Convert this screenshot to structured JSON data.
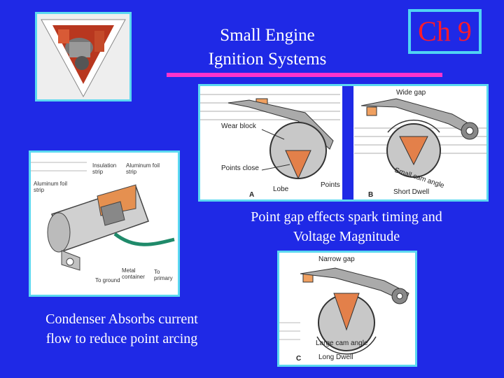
{
  "header": {
    "title_line1": "Small Engine",
    "title_line2": "Ignition Systems",
    "chapter": "Ch 9"
  },
  "figures": {
    "points_ab": {
      "labels": {
        "wear_block": "Wear block",
        "points_close": "Points close",
        "lobe": "Lobe",
        "points": "Points",
        "panel_a": "A",
        "wide_gap": "Wide gap",
        "small_cam_angle": "Small cam angle",
        "short_dwell": "Short Dwell",
        "panel_b": "B"
      }
    },
    "condenser": {
      "labels": {
        "insulation_strip": "Insulation strip",
        "aluminum_foil_strip_right": "Aluminum foil strip",
        "aluminum_foil_strip_left": "Aluminum foil strip",
        "metal_container": "Metal container",
        "to_ground": "To ground",
        "to_primary": "To primary"
      }
    },
    "points_c": {
      "labels": {
        "narrow_gap": "Narrow gap",
        "large_cam_angle": "Large cam angle",
        "long_dwell": "Long Dwell",
        "panel_c": "C"
      }
    }
  },
  "captions": {
    "point_gap_line1": "Point gap effects spark timing and",
    "point_gap_line2": "Voltage Magnitude",
    "condenser_line1": "Condenser Absorbs current",
    "condenser_line2": "flow to reduce point arcing"
  },
  "colors": {
    "background": "#1f29e6",
    "title_text": "#ffffff",
    "chapter_text": "#ff1a2a",
    "chapter_border": "#4fd3f4",
    "accent_line": "#ff33cc",
    "photo_border": "#5bd8f0"
  }
}
